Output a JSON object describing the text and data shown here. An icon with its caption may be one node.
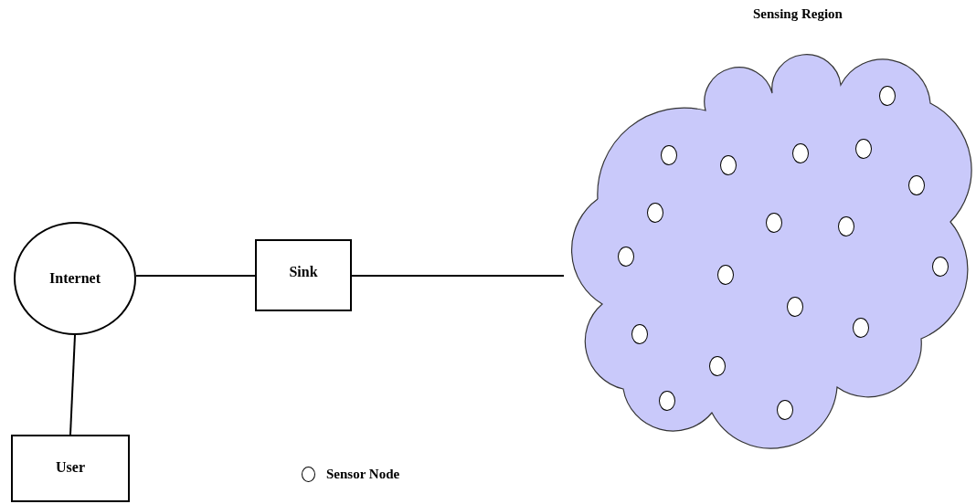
{
  "diagram": {
    "nodes": [
      {
        "text": [
          "Internet"
        ]
      },
      {
        "text": [
          "Sink"
        ]
      },
      {
        "text": [
          "User"
        ]
      },
      {
        "text": [
          "Sensing Region"
        ]
      },
      {
        "text": [],
        "shape": "circle",
        "in": 3
      },
      {
        "text": [],
        "shape": "circle",
        "in": 3
      },
      {
        "text": [],
        "shape": "circle",
        "in": 3
      },
      {
        "text": [],
        "shape": "circle",
        "in": 3
      },
      {
        "text": [],
        "shape": "circle",
        "in": 3
      },
      {
        "text": [],
        "shape": "circle",
        "in": 3
      },
      {
        "text": [],
        "shape": "circle",
        "in": 3
      },
      {
        "text": [],
        "shape": "circle",
        "in": 3
      },
      {
        "text": [],
        "shape": "circle",
        "in": 3
      },
      {
        "text": [],
        "shape": "circle",
        "in": 3
      },
      {
        "text": [],
        "shape": "circle",
        "in": 3
      },
      {
        "text": [],
        "shape": "circle",
        "in": 3
      },
      {
        "text": [],
        "shape": "circle",
        "in": 3
      },
      {
        "text": [],
        "shape": "circle",
        "in": 3
      },
      {
        "text": [],
        "shape": "circle",
        "in": 3
      },
      {
        "text": [],
        "shape": "circle",
        "in": 3
      },
      {
        "text": [],
        "shape": "circle",
        "in": 3
      },
      {
        "text": [],
        "shape": "circle",
        "in": 3
      }
    ],
    "edges": [
      {
        "from": 0,
        "to": 1,
        "arrow": "none"
      },
      {
        "from": 1,
        "to": 3,
        "arrow": "none"
      },
      {
        "from": 0,
        "to": 2,
        "arrow": "none"
      }
    ],
    "legend": [
      {
        "text": "Sensor Node"
      }
    ]
  }
}
